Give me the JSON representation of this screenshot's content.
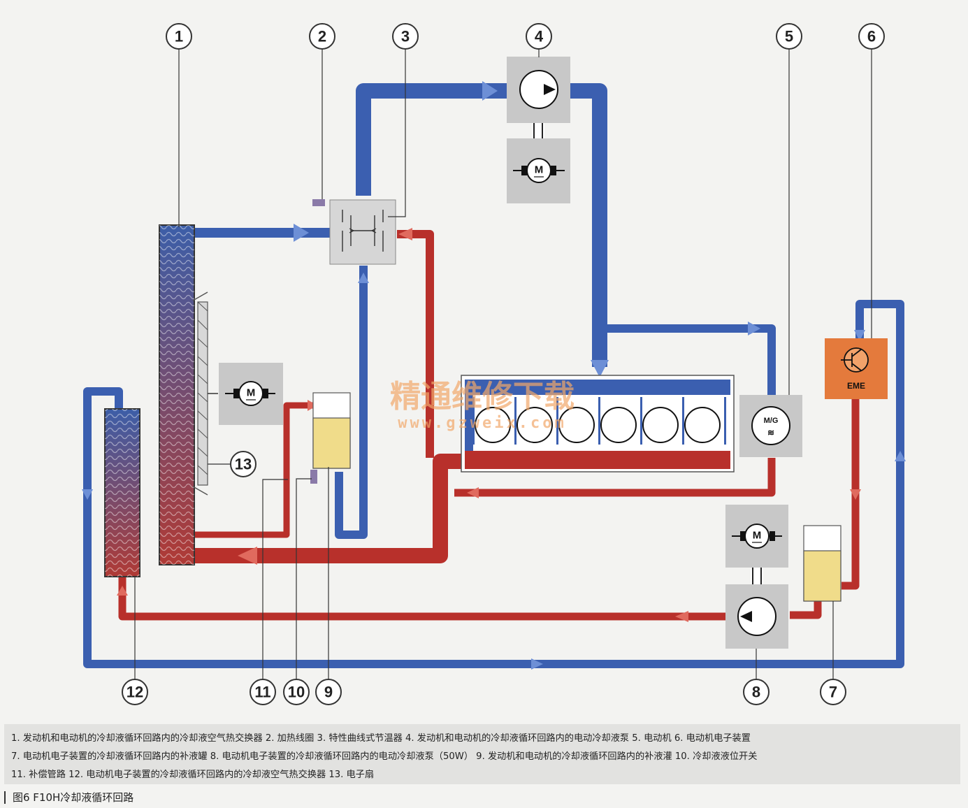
{
  "callouts": [
    "1",
    "2",
    "3",
    "4",
    "5",
    "6",
    "7",
    "8",
    "9",
    "10",
    "11",
    "12",
    "13"
  ],
  "labels": {
    "mg": "M/G",
    "eme": "EME",
    "motor": "M"
  },
  "watermark": {
    "line1": "精通维修下载",
    "line2": "www.gzweix.com"
  },
  "legend": [
    "1. 发动机和电动机的冷却液循环回路内的冷却液空气热交换器  2. 加热线圈  3. 特性曲线式节温器  4. 发动机和电动机的冷却液循环回路内的电动冷却液泵  5. 电动机  6. 电动机电子装置",
    "7. 电动机电子装置的冷却液循环回路内的补液罐  8. 电动机电子装置的冷却液循环回路内的电动冷却液泵（50W）  9. 发动机和电动机的冷却液循环回路内的补液灌  10. 冷却液液位开关",
    "11. 补偿管路  12. 电动机电子装置的冷却液循环回路内的冷却液空气热交换器  13. 电子扇"
  ],
  "caption": "图6  F10H冷却液循环回路",
  "colors": {
    "cold": "#3b5fb0",
    "hot": "#b8302b",
    "box": "#c8c8c8",
    "eme": "#e47a3c",
    "tank_fluid": "#f0dc8a"
  },
  "icons": [
    "motor-icon",
    "pump-icon",
    "transistor-icon",
    "fan-icon"
  ]
}
